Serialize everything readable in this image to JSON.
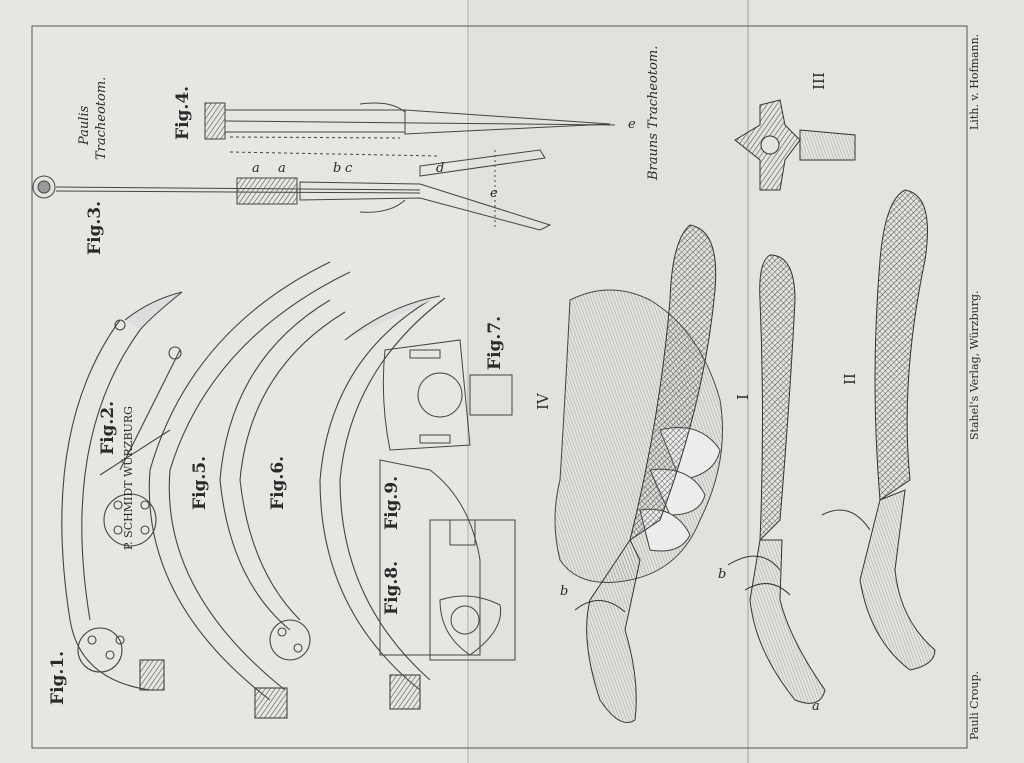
{
  "colors": {
    "paper": "#e6e5df",
    "ink": "#3a3a3a",
    "fold": "#cfcec7",
    "hatch": "#6b6b6b"
  },
  "figures": {
    "fig1": "Fig.1.",
    "fig2": "Fig.2.",
    "fig3": "Fig.3.",
    "fig4": "Fig.4.",
    "fig5": "Fig.5.",
    "fig6": "Fig.6.",
    "fig7": "Fig.7.",
    "fig8": "Fig.8.",
    "fig9": "Fig.9."
  },
  "titles": {
    "pauli": "Paulis",
    "pauli_sub": "Tracheotom.",
    "braun": "Brauns Tracheotom."
  },
  "roman": {
    "r1": "I",
    "r2": "II",
    "r3": "III",
    "r4": "IV"
  },
  "letters": {
    "a1": "a",
    "a2": "a",
    "b": "b",
    "c": "c",
    "d": "d",
    "e1": "e",
    "e2": "e",
    "b2": "b",
    "b3": "b",
    "a3": "a"
  },
  "credits": {
    "left": "Pauli Croup.",
    "center": "Stahel's Verlag, Würzburg.",
    "right": "Lith. v. Hofmann."
  },
  "stamp": "P. SCHMIDT WÜRZBURG"
}
